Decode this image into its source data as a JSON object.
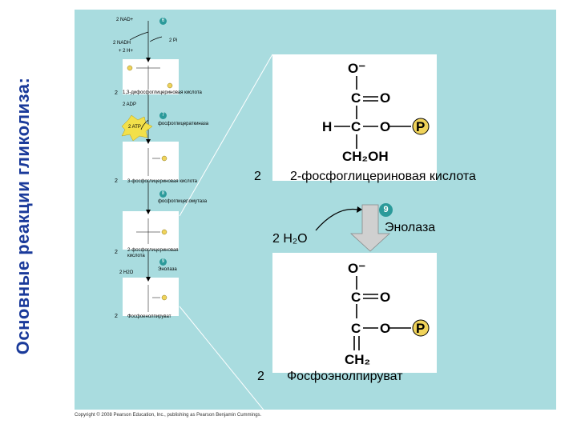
{
  "slide": {
    "vertical_title": "Основные реакции гликолиза:",
    "copyright": "Copyright © 2008 Pearson Education, Inc., publishing as Pearson Benjamin Cummings."
  },
  "left_pathway": {
    "step6": {
      "badge": "6",
      "nad_in": "2 NAD+",
      "nadh_out": "2 NADH",
      "h_out": "+ 2 H+",
      "pi_in": "2 Pi"
    },
    "bpg": {
      "coef": "2",
      "name": "1,3-дифосфоглицериновая кислота",
      "adp": "2 ADP"
    },
    "step7": {
      "badge": "7",
      "enzyme": "фосфоглицераткиназа",
      "atp": "2 ATP"
    },
    "pg3": {
      "coef": "2",
      "name": "3-фосфоглицериновая кислота"
    },
    "step8": {
      "badge": "8",
      "enzyme": "фосфоглицеромутаза"
    },
    "pg2": {
      "coef": "2",
      "name": "2-фосфоглицериновая кислота"
    },
    "step9": {
      "badge": "9",
      "enzyme": "Энолаза",
      "water": "2 H2O"
    },
    "pep": {
      "coef": "2",
      "name": "Фосфоенолпируват"
    }
  },
  "zoom": {
    "top_coef": "2",
    "top_name": "2-фосфоглицериновая кислота",
    "badge": "9",
    "enzyme": "Энолаза",
    "water": "2 H₂O",
    "bottom_coef": "2",
    "bottom_name": "Фосфоэнолпируват",
    "molecule1": {
      "o_minus": "O⁻",
      "c1": "C",
      "o1": "O",
      "h": "H",
      "c2": "C",
      "o2": "O",
      "p": "P",
      "ch2oh": "CH₂OH"
    },
    "molecule2": {
      "o_minus": "O⁻",
      "c1": "C",
      "o1": "O",
      "c2": "C",
      "o2": "O",
      "p": "P",
      "ch2": "CH₂"
    }
  },
  "colors": {
    "panel": "#a9dcdf",
    "title": "#1a3a9a",
    "badge": "#2b9a9a",
    "phosphate": "#f0d35a",
    "atp_burst": "#f2e04a",
    "arrow": "#c9c9c9"
  }
}
